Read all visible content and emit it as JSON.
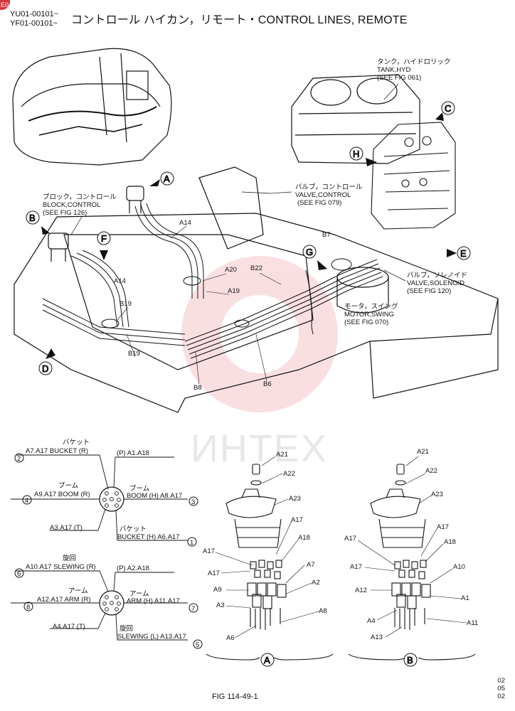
{
  "header": {
    "serial_1": "YU01-00101~",
    "serial_2": "YF01-00101~",
    "title": "コントロール ハイカン，リモート・CONTROL LINES, REMOTE",
    "badge": "E0"
  },
  "callouts": {
    "A": "A",
    "B": "B",
    "C": "C",
    "D": "D",
    "E": "E",
    "F": "F",
    "G": "G",
    "H": "H"
  },
  "parts_ref": {
    "tank_jp": "タンク，ハイドロリック",
    "tank_en": "TANK,HYD",
    "tank_fig": "(SEE FIG 061)",
    "valve_ctrl_jp": "バルブ，コントロール",
    "valve_ctrl_en": "VALVE,CONTROL",
    "valve_ctrl_fig": "(SEE FIG 079)",
    "block_jp": "ブロック，コントロール",
    "block_en": "BLOCK,CONTROL",
    "block_fig": "(SEE FIG 126)",
    "sol_jp": "バルブ，ソレノイド",
    "sol_en": "VALVE,SOLENOID",
    "sol_fig": "(SEE FIG 120)",
    "motor_jp": "モータ，スイング",
    "motor_en": "MOTOR,SWING",
    "motor_fig": "(SEE FIG 070)"
  },
  "pipe_labels": {
    "a14_1": "A14",
    "a14_2": "A14",
    "a20": "A20",
    "a19": "A19",
    "b22": "B22",
    "b7": "B7",
    "b19_1": "B19",
    "b19_2": "B19",
    "b8": "B8",
    "b6": "B6"
  },
  "port_map_1": {
    "top_jp": "バケット",
    "top": "A7.A17 BUCKET (R)",
    "top_num": "2",
    "p": "(P) A1.A18",
    "left_jp": "ブーム",
    "left": "A9.A17 BOOM (R)",
    "left_num": "4",
    "right_jp": "ブーム",
    "right": "BOOM (H) A8.A17",
    "right_num": "3",
    "t": "A3.A17 (T)",
    "bottom_jp": "バケット",
    "bottom": "BUCKET (H) A6.A17",
    "bottom_num": "1"
  },
  "port_map_2": {
    "top_jp": "旋回",
    "top": "A10.A17 SLEWING (R)",
    "top_num": "6",
    "p": "(P) A2.A18",
    "left_jp": "アーム",
    "left": "A12.A17 ARM (R)",
    "left_num": "8",
    "right_jp": "アーム",
    "right": "ARM (H) A11.A17",
    "right_num": "7",
    "t": "A4.A17 (T)",
    "bottom_jp": "旋回",
    "bottom": "SLEWING (L) A13.A17",
    "bottom_num": "5"
  },
  "detail_a": {
    "a21": "A21",
    "a22": "A22",
    "a23": "A23",
    "a17_1": "A17",
    "a18": "A18",
    "a17_2": "A17",
    "a17_3": "A17",
    "a7": "A7",
    "a9": "A9",
    "a2": "A2",
    "a3": "A3",
    "a8": "A8",
    "a6": "A6",
    "caption": "A"
  },
  "detail_b": {
    "a21": "A21",
    "a22": "A22",
    "a23": "A23",
    "a17_1": "A17",
    "a18": "A18",
    "a17_2": "A17",
    "a17_3": "A17",
    "a10": "A10",
    "a12": "A12",
    "a1": "A1",
    "a4": "A4",
    "a11": "A11",
    "a13": "A13",
    "caption": "B"
  },
  "watermark": "ИНТЕХ",
  "footer": {
    "fig": "FIG 114-49-1",
    "code_1": "02",
    "code_2": "05",
    "code_3": "02"
  }
}
